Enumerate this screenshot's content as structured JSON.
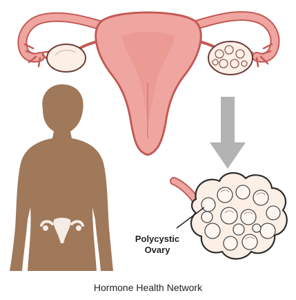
{
  "labels": {
    "callout_line1": "Polycystic",
    "callout_line2": "Ovary"
  },
  "footer": {
    "credit": "Hormone Health Network"
  },
  "colors": {
    "uterus_fill": "#f0a6a0",
    "uterus_stroke": "#c25a55",
    "uterus_inner": "#e88f8a",
    "ovary_fill": "#fbefe6",
    "ovary_stroke": "#6b3b37",
    "silhouette": "#a0785a",
    "arrow": "#b3b3b3",
    "outline": "#222222"
  },
  "icons": {
    "arrow": "down-arrow-icon",
    "silhouette": "female-silhouette-icon"
  }
}
